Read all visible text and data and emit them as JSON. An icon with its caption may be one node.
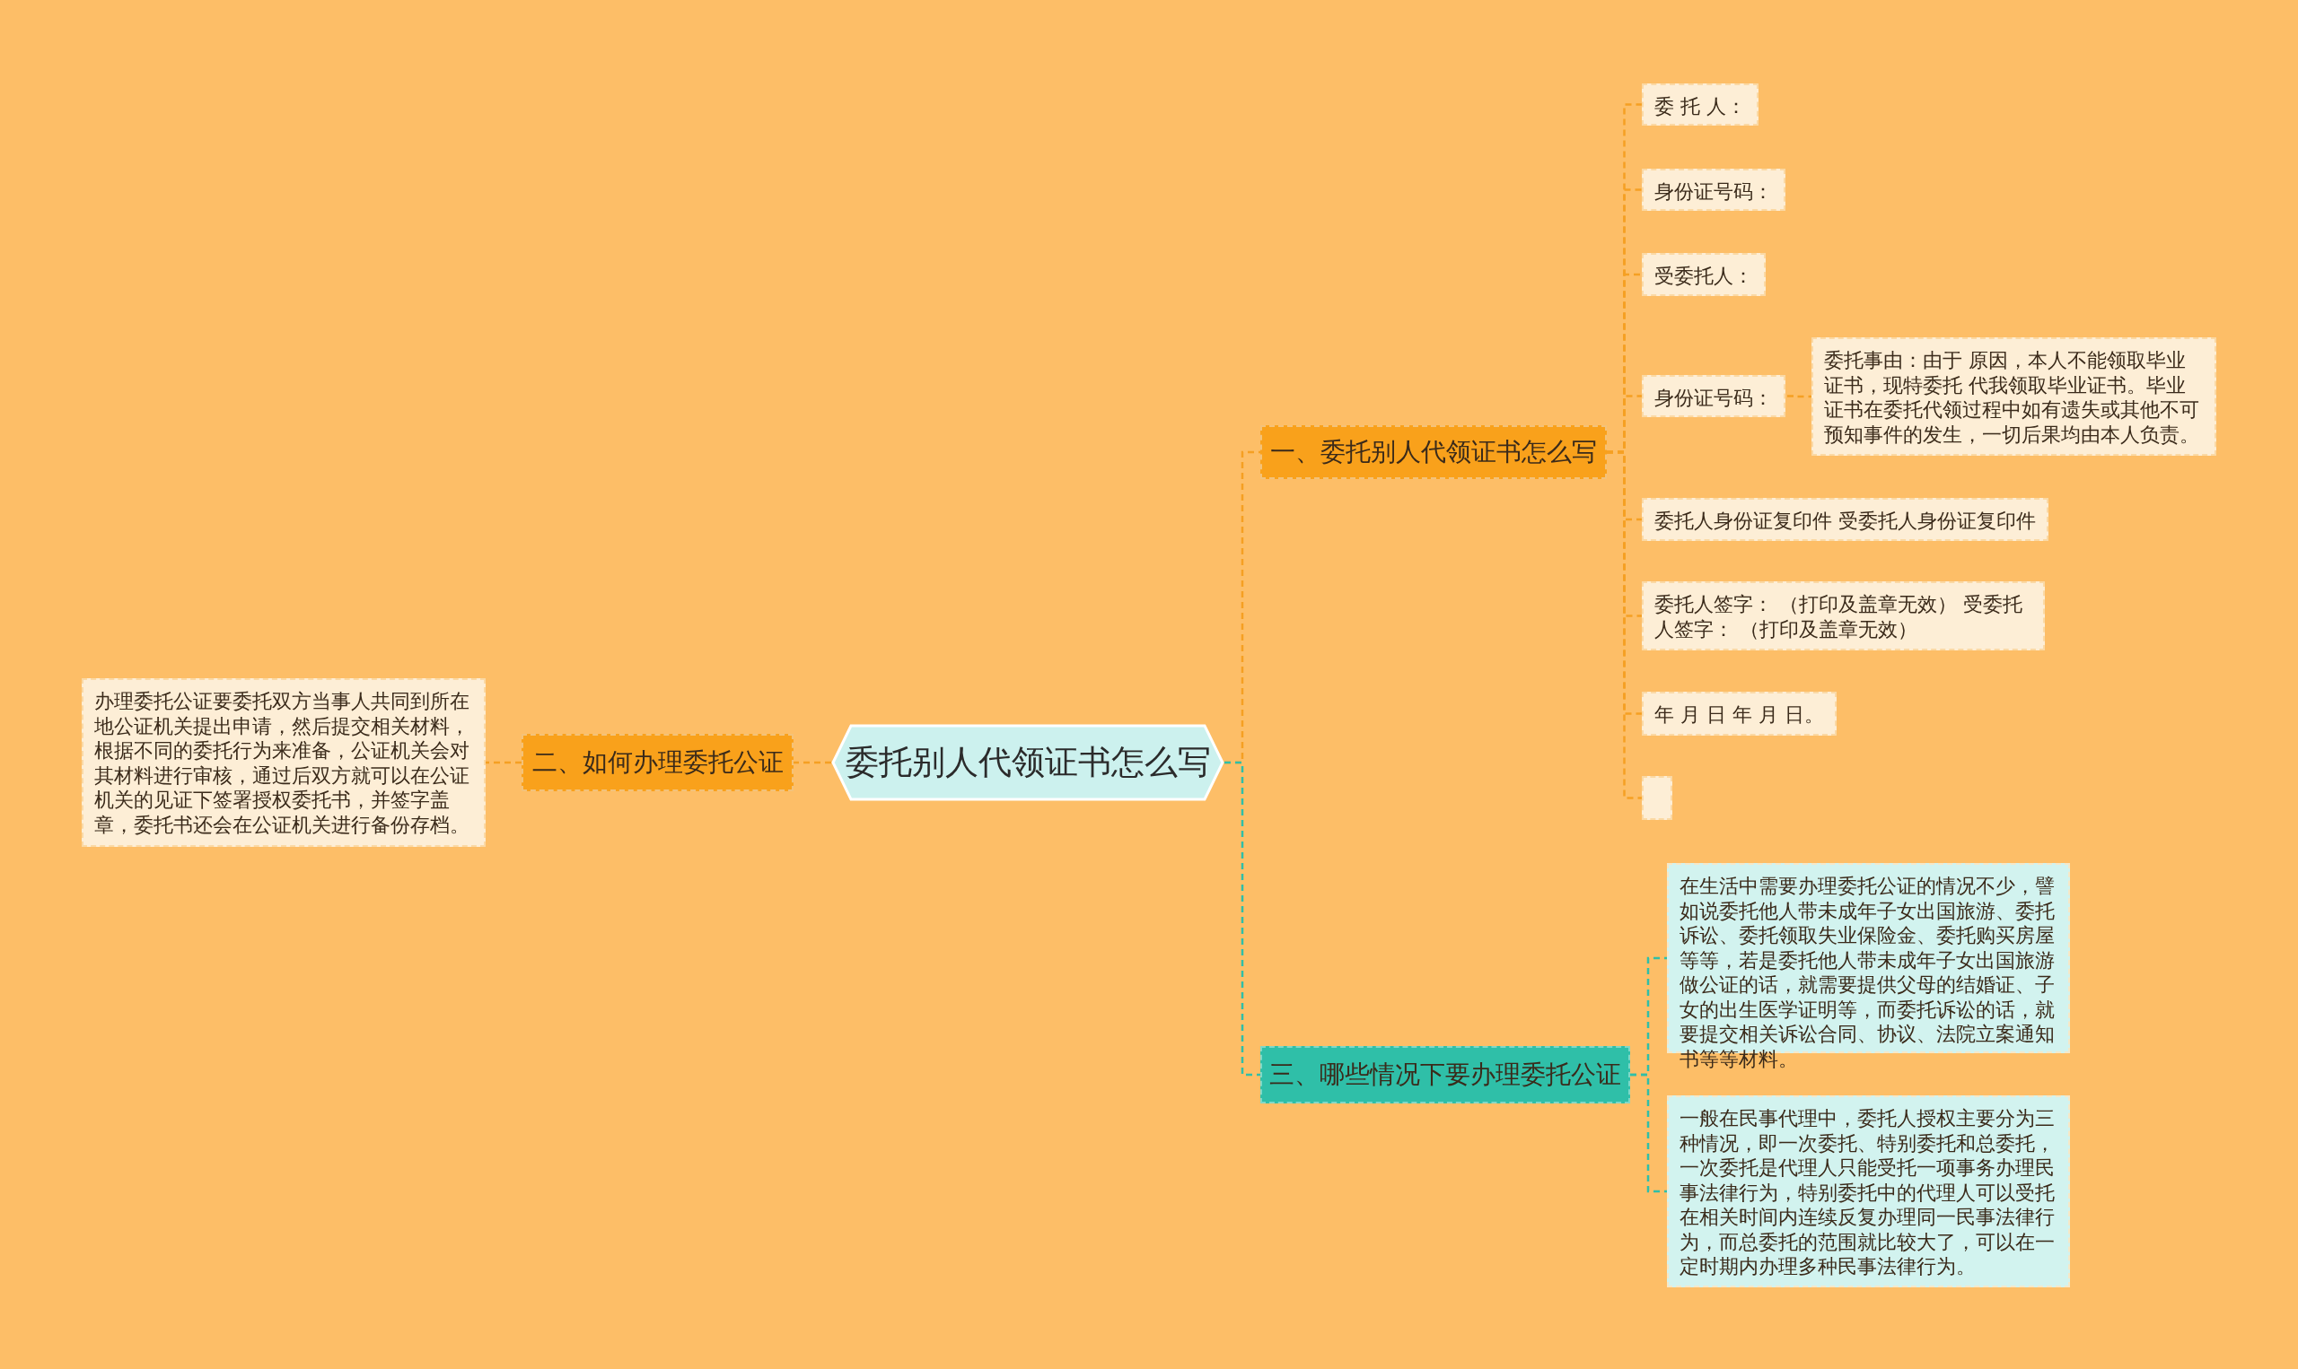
{
  "diagram": {
    "nodes": [
      {
        "text": [
          "委托别人代领证书怎么写"
        ]
      },
      {
        "text": [
          "一、委托别人代领证书怎么写"
        ]
      },
      {
        "text": [
          "委 托 人："
        ]
      },
      {
        "text": [
          "身份证号码："
        ]
      },
      {
        "text": [
          "受委托人："
        ]
      },
      {
        "text": [
          "身份证号码："
        ]
      },
      {
        "text": [
          "委托事由：由于 原因，本人不能领取毕业证书，现特委托 代我领取毕业证书。毕业证书在委托代领过程中如有遗失或其他不可预知事件的发生，一切后果均由本人负责。"
        ]
      },
      {
        "text": [
          "委托人身份证复印件 受委托人身份证复印件"
        ]
      },
      {
        "text": [
          "委托人签字： （打印及盖章无效） 受委托人签字： （打印及盖章无效）"
        ]
      },
      {
        "text": [
          "年 月 日 年 月 日。"
        ]
      },
      {
        "text": [],
        "shape": "box"
      },
      {
        "text": [
          "二、如何办理委托公证"
        ]
      },
      {
        "text": [
          "办理委托公证要委托双方当事人共同到所在地公证机关提出申请，然后提交相关材料，根据不同的委托行为来准备，公证机关会对其材料进行审核，通过后双方就可以在公证机关的见证下签署授权委托书，并签字盖章，委托书还会在公证机关进行备份存档。"
        ]
      },
      {
        "text": [
          "三、哪些情况下要办理委托公证"
        ]
      },
      {
        "text": [
          "在生活中需要办理委托公证的情况不少，譬如说委托他人带未成年子女出国旅游、委托诉讼、委托领取失业保险金、委托购买房屋等等，若是委托他人带未成年子女出国旅游做公证的话，就需要提供父母的结婚证、子女的出生医学证明等，而委托诉讼的话，就要提交相关诉讼合同、协议、法院立案通知书等等材料。"
        ]
      },
      {
        "text": [
          "一般在民事代理中，委托人授权主要分为三种情况，即一次委托、特别委托和总委托，一次委托是代理人只能受托一项事务办理民事法律行为，特别委托中的代理人可以受托在相关时间内连续反复办理同一民事法律行为，而总委托的范围就比较大了，可以在一定时期内办理多种民事法律行为。"
        ]
      }
    ],
    "edges": [
      {
        "from": 0,
        "to": 1,
        "arrow": "none"
      },
      {
        "from": 1,
        "to": 2,
        "arrow": "none"
      },
      {
        "from": 1,
        "to": 3,
        "arrow": "none"
      },
      {
        "from": 1,
        "to": 4,
        "arrow": "none"
      },
      {
        "from": 1,
        "to": 5,
        "arrow": "none"
      },
      {
        "from": 5,
        "to": 6,
        "arrow": "none"
      },
      {
        "from": 1,
        "to": 7,
        "arrow": "none"
      },
      {
        "from": 1,
        "to": 8,
        "arrow": "none"
      },
      {
        "from": 1,
        "to": 9,
        "arrow": "none"
      },
      {
        "from": 1,
        "to": 10,
        "arrow": "none"
      },
      {
        "from": 0,
        "to": 11,
        "arrow": "none"
      },
      {
        "from": 11,
        "to": 12,
        "arrow": "none"
      },
      {
        "from": 0,
        "to": 13,
        "arrow": "none",
        "color": "#2fbfa8"
      },
      {
        "from": 13,
        "to": 14,
        "arrow": "none",
        "color": "#2fbfa8"
      },
      {
        "from": 13,
        "to": 15,
        "arrow": "none",
        "color": "#2fbfa8"
      }
    ]
  }
}
